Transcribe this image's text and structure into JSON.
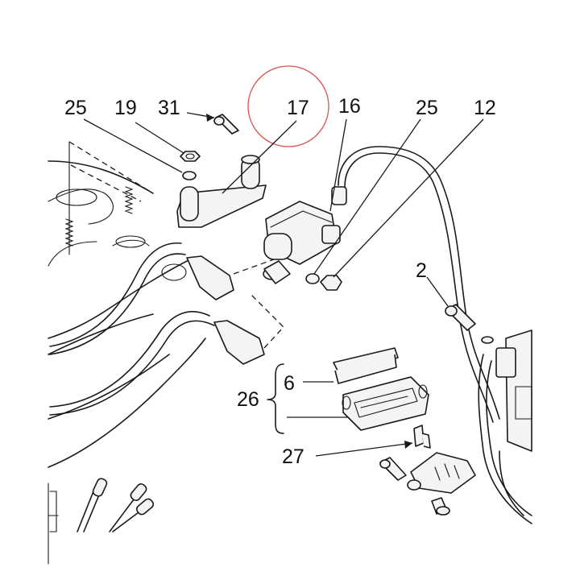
{
  "callouts": {
    "c25_left": "25",
    "c19": "19",
    "c31": "31",
    "c17": "17",
    "c16": "16",
    "c25_right": "25",
    "c12": "12",
    "c2": "2",
    "c6": "6",
    "c26": "26",
    "c27": "27"
  },
  "highlight": {
    "target": "17",
    "color": "#d9534f"
  }
}
